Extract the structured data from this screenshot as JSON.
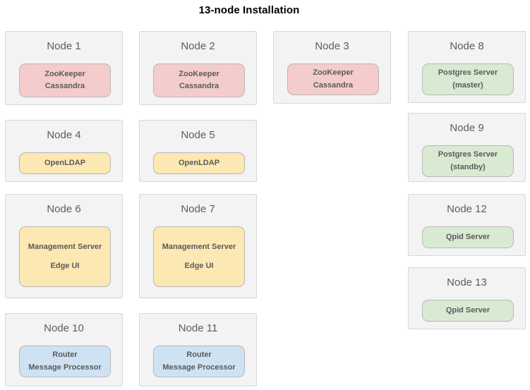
{
  "title": "13-node Installation",
  "colors": {
    "card_bg": "#f3f3f3",
    "card_border": "#d8d8d8",
    "zookeeper_cassandra": "#f4cccc",
    "openldap": "#fce8b2",
    "management_server": "#fce8b2",
    "postgres": "#d9ead3",
    "qpid": "#d9ead3",
    "router_message_processor": "#cfe2f3",
    "title_text": "#000000",
    "node_label_text": "#555f66",
    "service_text": "#5a5a5a"
  },
  "nodes": [
    {
      "id": "node-1",
      "label": "Node 1",
      "service_color_key": "zookeeper_cassandra",
      "services": [
        "ZooKeeper",
        "Cassandra"
      ]
    },
    {
      "id": "node-2",
      "label": "Node 2",
      "service_color_key": "zookeeper_cassandra",
      "services": [
        "ZooKeeper",
        "Cassandra"
      ]
    },
    {
      "id": "node-3",
      "label": "Node 3",
      "service_color_key": "zookeeper_cassandra",
      "services": [
        "ZooKeeper",
        "Cassandra"
      ]
    },
    {
      "id": "node-4",
      "label": "Node 4",
      "service_color_key": "openldap",
      "services": [
        "OpenLDAP"
      ]
    },
    {
      "id": "node-5",
      "label": "Node 5",
      "service_color_key": "openldap",
      "services": [
        "OpenLDAP"
      ]
    },
    {
      "id": "node-6",
      "label": "Node 6",
      "service_color_key": "management_server",
      "services": [
        "Management Server",
        "Edge UI"
      ]
    },
    {
      "id": "node-7",
      "label": "Node 7",
      "service_color_key": "management_server",
      "services": [
        "Management Server",
        "Edge UI"
      ]
    },
    {
      "id": "node-8",
      "label": "Node 8",
      "service_color_key": "postgres",
      "services": [
        "Postgres Server",
        "(master)"
      ]
    },
    {
      "id": "node-9",
      "label": "Node 9",
      "service_color_key": "postgres",
      "services": [
        "Postgres Server",
        "(standby)"
      ]
    },
    {
      "id": "node-10",
      "label": "Node 10",
      "service_color_key": "router_message_processor",
      "services": [
        "Router",
        "Message Processor"
      ]
    },
    {
      "id": "node-11",
      "label": "Node 11",
      "service_color_key": "router_message_processor",
      "services": [
        "Router",
        "Message Processor"
      ]
    },
    {
      "id": "node-12",
      "label": "Node 12",
      "service_color_key": "qpid",
      "services": [
        "Qpid Server"
      ]
    },
    {
      "id": "node-13",
      "label": "Node 13",
      "service_color_key": "qpid",
      "services": [
        "Qpid Server"
      ]
    }
  ]
}
